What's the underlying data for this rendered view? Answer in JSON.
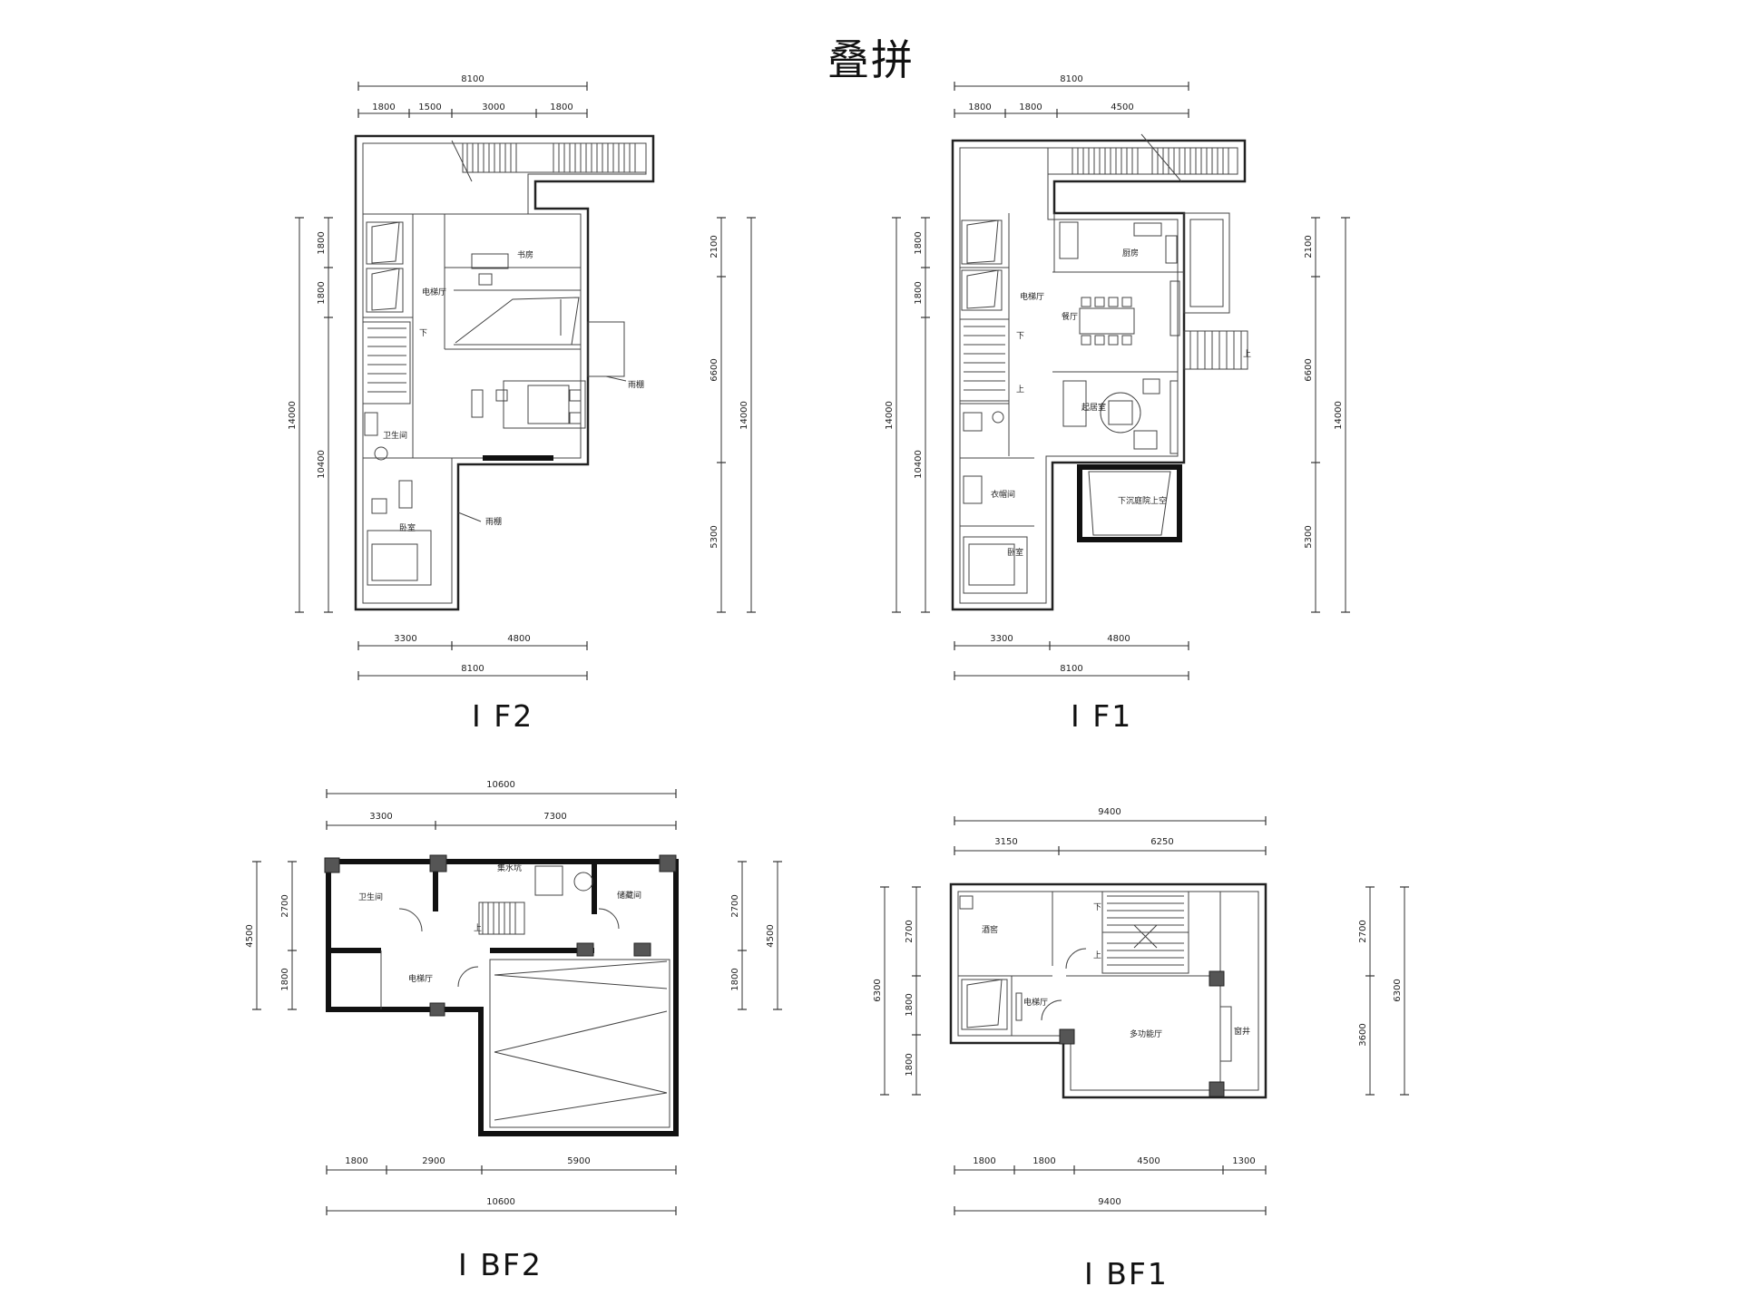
{
  "title": "叠拼",
  "plans": {
    "if2": {
      "label": "I F2",
      "top_dims": {
        "total": "8100",
        "segments": [
          "1800",
          "1500",
          "3000",
          "1800"
        ]
      },
      "bottom_dims": {
        "segments": [
          "3300",
          "4800"
        ],
        "total": "8100"
      },
      "left_dims": {
        "total": "14000",
        "segments": [
          "1800",
          "1800",
          "10400"
        ]
      },
      "right_dims": {
        "segments": [
          "2100",
          "6600",
          "5300"
        ],
        "total": "14000"
      },
      "rooms": {
        "study": "书房",
        "elevator": "电梯厅",
        "bath": "卫生间",
        "bedroom": "卧室",
        "canopy1": "雨棚",
        "canopy2": "雨棚",
        "down": "下"
      }
    },
    "if1": {
      "label": "I F1",
      "top_dims": {
        "total": "8100",
        "segments": [
          "1800",
          "1800",
          "4500"
        ]
      },
      "bottom_dims": {
        "segments": [
          "3300",
          "4800"
        ],
        "total": "8100"
      },
      "left_dims": {
        "total": "14000",
        "segments": [
          "1800",
          "1800",
          "10400"
        ]
      },
      "right_dims": {
        "segments": [
          "2100",
          "6600",
          "5300"
        ],
        "total": "14000"
      },
      "rooms": {
        "kitchen": "厨房",
        "elevator": "电梯厅",
        "dining": "餐厅",
        "living": "起居室",
        "cloak": "衣帽间",
        "bedroom": "卧室",
        "sunken": "下沉庭院上空",
        "up": "上",
        "down": "下",
        "up2": "上"
      }
    },
    "ibf2": {
      "label": "I BF2",
      "top_dims": {
        "total": "10600",
        "segments": [
          "3300",
          "7300"
        ]
      },
      "bottom_dims": {
        "segments": [
          "1800",
          "2900",
          "5900"
        ],
        "total": "10600"
      },
      "left_dims": {
        "total": "4500",
        "segments": [
          "2700",
          "1800"
        ]
      },
      "right_dims": {
        "segments": [
          "2700",
          "1800"
        ],
        "total": "4500"
      },
      "rooms": {
        "bath": "卫生间",
        "sump": "集水坑",
        "storage": "储藏间",
        "elevator": "电梯厅",
        "up": "上"
      }
    },
    "ibf1": {
      "label": "I BF1",
      "top_dims": {
        "total": "9400",
        "segments": [
          "3150",
          "6250"
        ]
      },
      "bottom_dims": {
        "segments": [
          "1800",
          "1800",
          "4500",
          "1300"
        ],
        "total": "9400"
      },
      "left_dims": {
        "total": "6300",
        "segments": [
          "2700",
          "1800",
          "1800"
        ]
      },
      "right_dims": {
        "segments": [
          "2700",
          "3600"
        ],
        "total": "6300"
      },
      "rooms": {
        "wine": "酒窖",
        "elevator": "电梯厅",
        "multi": "多功能厅",
        "well": "窗井",
        "down": "下",
        "up": "上"
      }
    }
  }
}
